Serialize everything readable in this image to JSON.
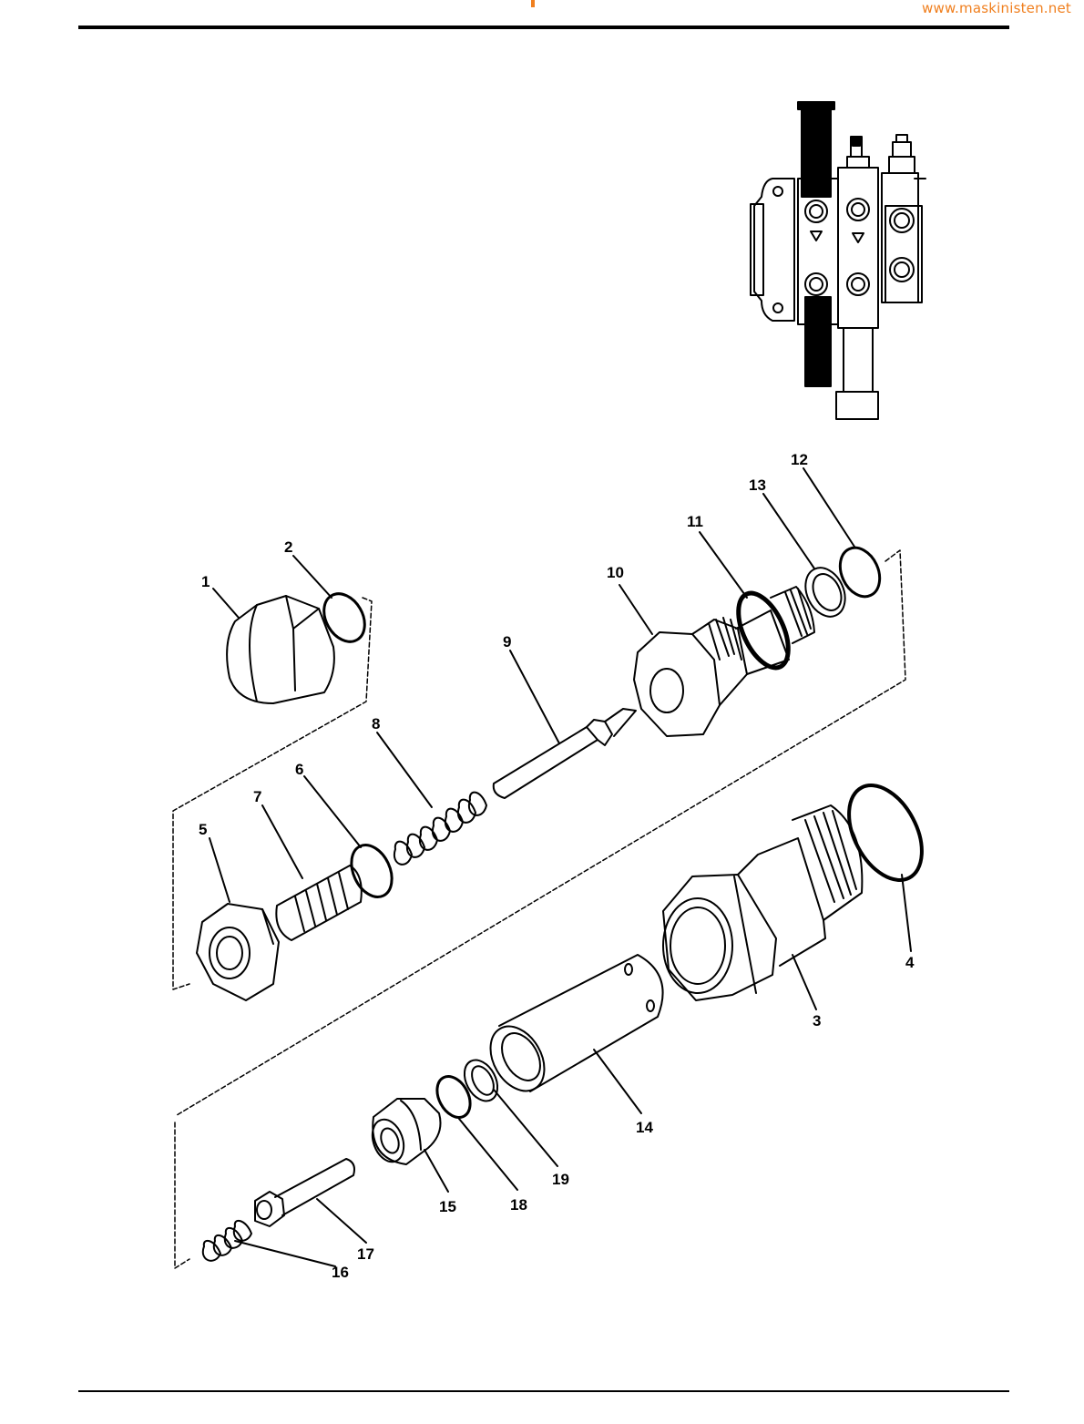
{
  "header": {
    "watermark_text": "www.maskinisten.net",
    "watermark_color": "#f07f1e"
  },
  "diagram": {
    "callouts": [
      "1",
      "2",
      "3",
      "4",
      "5",
      "6",
      "7",
      "8",
      "9",
      "10",
      "11",
      "12",
      "13",
      "14",
      "15",
      "16",
      "17",
      "18",
      "19"
    ],
    "inset_icon": "control-valve-block-icon"
  }
}
